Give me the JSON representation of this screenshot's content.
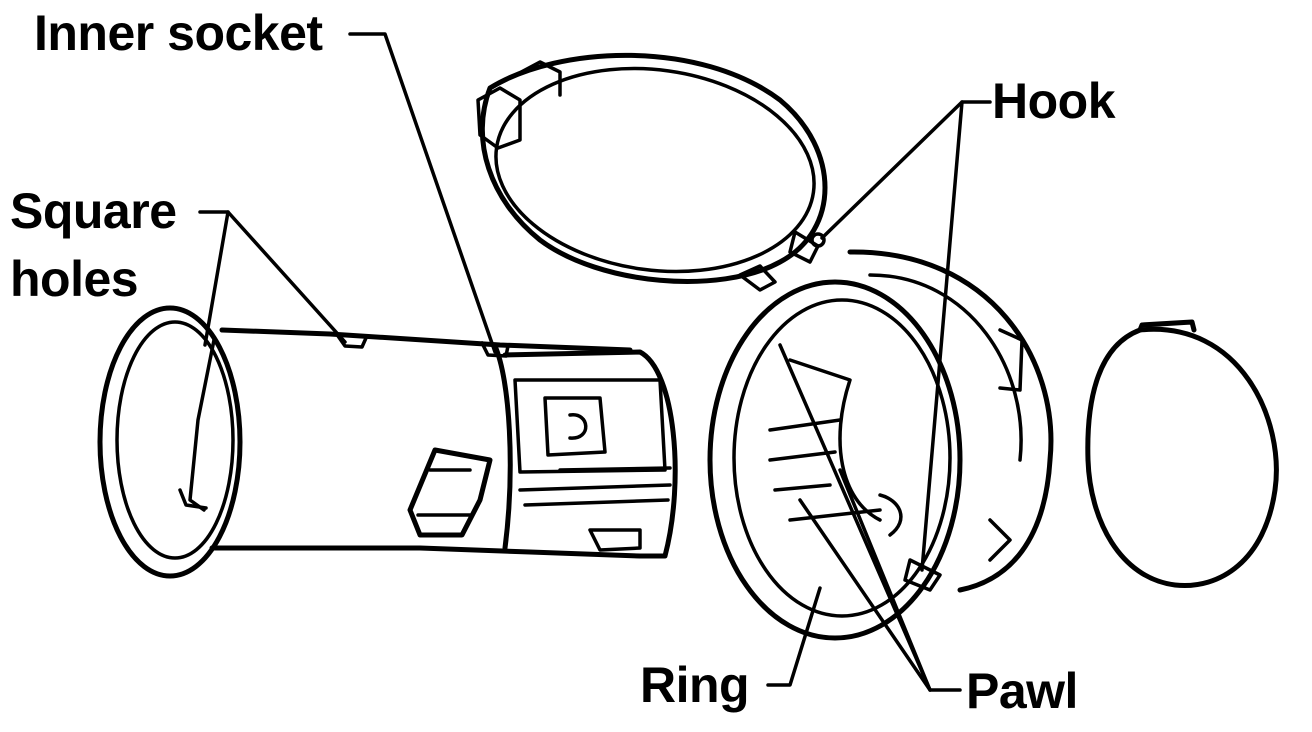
{
  "labels": {
    "inner_socket": "Inner socket",
    "hook": "Hook",
    "square": "Square",
    "holes": "holes",
    "ring": "Ring",
    "pawl": "Pawl"
  },
  "colors": {
    "ink": "#000000",
    "paper": "#ffffff"
  }
}
